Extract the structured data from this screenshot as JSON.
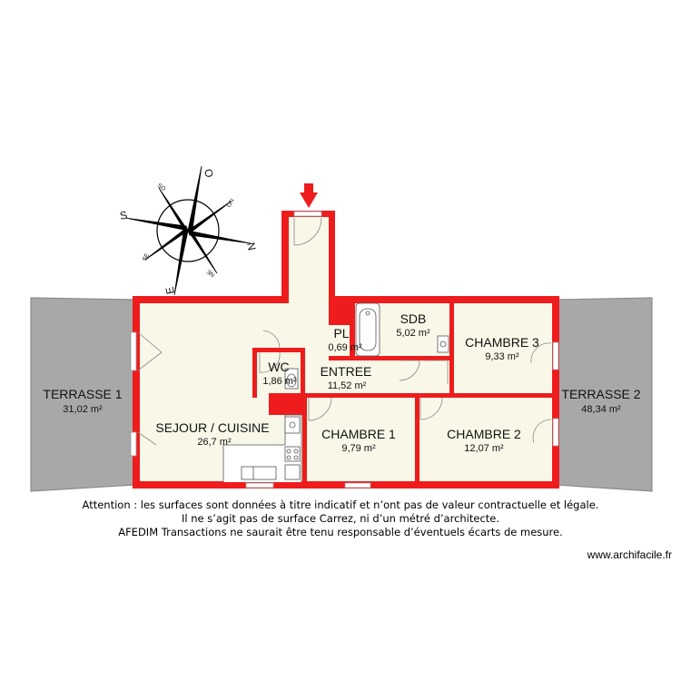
{
  "rooms": {
    "terrasse1": {
      "name": "TERRASSE 1",
      "area": "31,02 m²"
    },
    "terrasse2": {
      "name": "TERRASSE 2",
      "area": "48,34 m²"
    },
    "sejour": {
      "name": "SEJOUR / CUISINE",
      "area": "26,7 m²"
    },
    "wc": {
      "name": "WC",
      "area": "1,86 m²"
    },
    "pl": {
      "name": "PL",
      "area": "0,69 m²"
    },
    "entree": {
      "name": "ENTREE",
      "area": "11,52 m²"
    },
    "sdb": {
      "name": "SDB",
      "area": "5,02 m²"
    },
    "chambre3": {
      "name": "CHAMBRE 3",
      "area": "9,33 m²"
    },
    "chambre1": {
      "name": "CHAMBRE 1",
      "area": "9,79 m²"
    },
    "chambre2": {
      "name": "CHAMBRE 2",
      "area": "12,07 m²"
    }
  },
  "compass": {
    "north": "N",
    "south": "S",
    "east": "E",
    "west": "O",
    "ne": "NE",
    "no": "NO",
    "se": "SE",
    "so": "SO"
  },
  "disclaimer": {
    "line1": "Attention : les surfaces sont données à titre indicatif et n’ont pas de valeur contractuelle et légale.",
    "line2": "Il ne s’agit pas de surface Carrez, ni d’un métré d’architecte.",
    "line3": "AFEDIM Transactions ne saurait être tenu responsable d’éventuels écarts de mesure."
  },
  "watermark": "www.archifacile.fr",
  "colors": {
    "wall": "#ee1c1c",
    "floor": "#f9f8e8",
    "terrace": "#a8a8a8",
    "terrace_edge": "#8c8c8c"
  }
}
